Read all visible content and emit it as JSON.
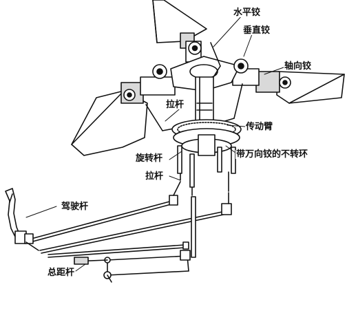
{
  "labels": {
    "flapping_hinge": "水平铰",
    "lead_lag_hinge": "垂直铰",
    "feathering_hinge": "轴向铰",
    "pitch_link_upper": "拉杆",
    "drive_arm": "传动臂",
    "rotating_swashplate_rod": "旋转杆",
    "stationary_ring": "带万向铰的不转环",
    "pitch_link_lower": "拉杆",
    "cyclic_stick": "驾驶杆",
    "collective_lever": "总距杆"
  },
  "colors": {
    "ink": "#111111",
    "paper": "#ffffff",
    "shade": "#d9d9d9"
  }
}
